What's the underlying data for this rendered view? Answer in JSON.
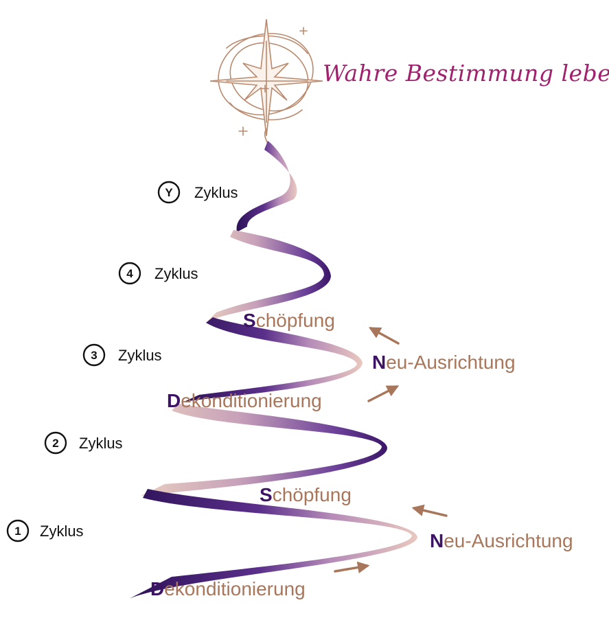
{
  "header": {
    "tagline": "Wahre Bestimmung leben"
  },
  "cycles": [
    {
      "number": "Y",
      "label": "Zyklus"
    },
    {
      "number": "4",
      "label": "Zyklus"
    },
    {
      "number": "3",
      "label": "Zyklus"
    },
    {
      "number": "2",
      "label": "Zyklus"
    },
    {
      "number": "1",
      "label": "Zyklus"
    }
  ],
  "phases_upper": [
    {
      "initial": "S",
      "rest": "chöpfung"
    },
    {
      "initial": "N",
      "rest": "eu-Ausrichtung"
    },
    {
      "initial": "D",
      "rest": "ekonditionierung"
    }
  ],
  "phases_lower": [
    {
      "initial": "S",
      "rest": "chöpfung"
    },
    {
      "initial": "N",
      "rest": "eu-Ausrichtung"
    },
    {
      "initial": "D",
      "rest": "ekonditionierung"
    }
  ],
  "colors": {
    "ribbon_dark": "#3f1a6e",
    "ribbon_mid": "#8a5aa8",
    "ribbon_pink": "#c99ab8",
    "ribbon_light": "#ecd4c8",
    "star": "#b98a6e",
    "arrow": "#a8765a",
    "tagline": "#a0216e"
  }
}
